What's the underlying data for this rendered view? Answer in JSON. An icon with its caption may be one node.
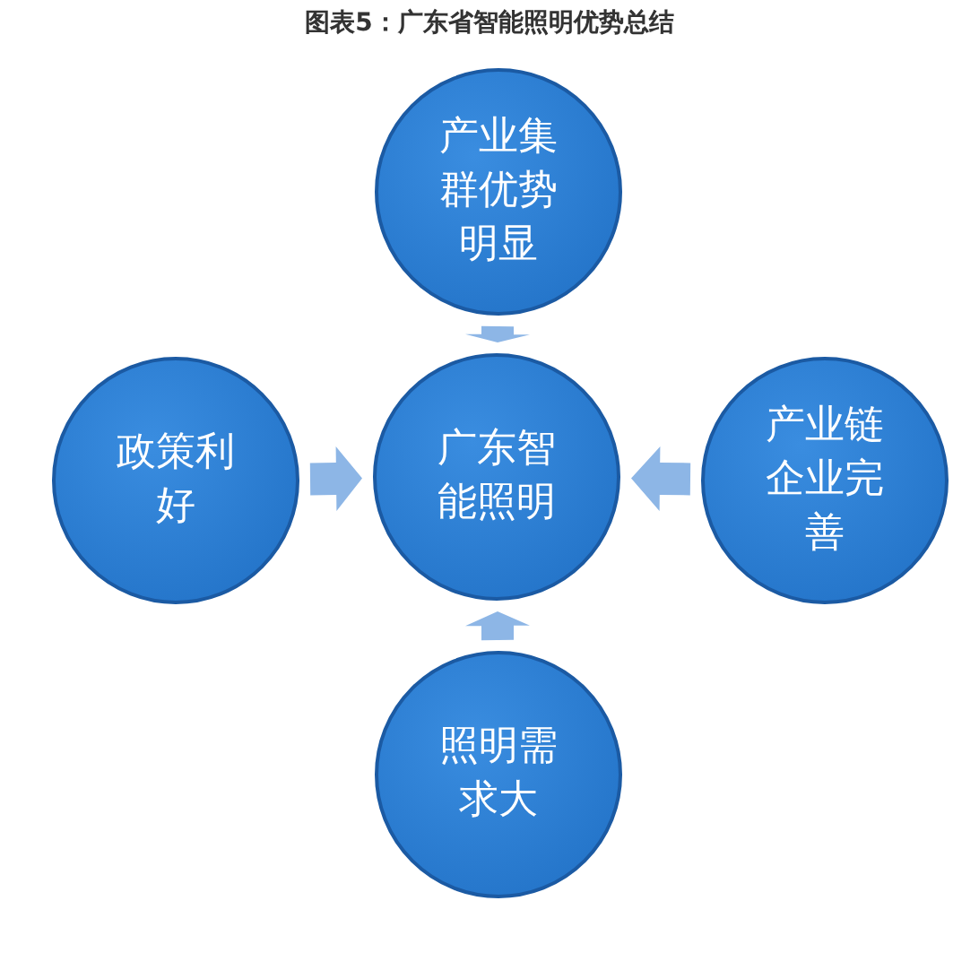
{
  "diagram": {
    "title": "图表5：广东省智能照明优势总结",
    "nodes": [
      {
        "text": [
          "产业集群优势明显"
        ]
      },
      {
        "text": [
          "政策利好"
        ]
      },
      {
        "text": [
          "广东智能照明"
        ]
      },
      {
        "text": [
          "产业链企业完善"
        ]
      },
      {
        "text": [
          "照明需求大"
        ]
      }
    ],
    "edges": [
      {
        "from": 0,
        "to": 2,
        "arrow": "to"
      },
      {
        "from": 1,
        "to": 2,
        "arrow": "to"
      },
      {
        "from": 3,
        "to": 2,
        "arrow": "to"
      },
      {
        "from": 4,
        "to": 2,
        "arrow": "to"
      }
    ]
  }
}
